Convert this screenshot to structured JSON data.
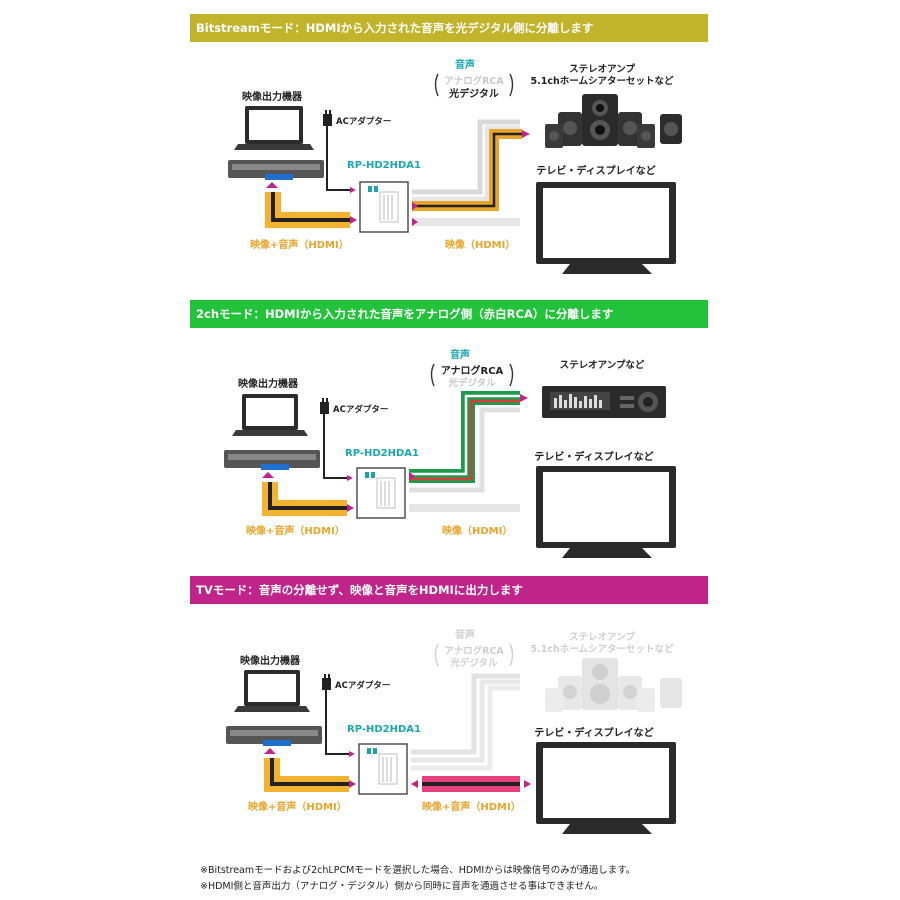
{
  "colors": {
    "gold_banner": "#c2b42a",
    "green_banner": "#22c23a",
    "magenta_banner": "#c0238a",
    "hdmi_orange": "#f3b22f",
    "optical_orange": "#e8a52b",
    "rca_green": "#1f9a4a",
    "hdmi_pink": "#e8417f",
    "cyan_label": "#18a7b5"
  },
  "sections": [
    {
      "banner": "Bitstreamモード：HDMIから入力された音声を光デジタル側に分離します",
      "source_label": "映像出力機器",
      "adapter_label": "ACアダプター",
      "device_label": "RP-HD2HDA1",
      "input_label": "映像+音声（HDMI）",
      "audio_title": "音声",
      "audio_opt1": "アナログRCA",
      "audio_opt2": "光デジタル",
      "amp_label_1": "ステレオアンプ",
      "amp_label_2": "5.1chホームシアターセットなど",
      "tv_label": "テレビ・ディスプレイなど",
      "output_label": "映像（HDMI）"
    },
    {
      "banner": "2chモード：HDMIから入力された音声をアナログ側（赤白RCA）に分離します",
      "source_label": "映像出力機器",
      "adapter_label": "ACアダプター",
      "device_label": "RP-HD2HDA1",
      "input_label": "映像+音声（HDMI）",
      "audio_title": "音声",
      "audio_opt1": "アナログRCA",
      "audio_opt2": "光デジタル",
      "amp_label_1": "ステレオアンプなど",
      "tv_label": "テレビ・ディスプレイなど",
      "output_label": "映像（HDMI）"
    },
    {
      "banner": "TVモード：音声の分離せず、映像と音声をHDMIに出力します",
      "source_label": "映像出力機器",
      "adapter_label": "ACアダプター",
      "device_label": "RP-HD2HDA1",
      "input_label": "映像+音声（HDMI）",
      "audio_title": "音声",
      "audio_opt1": "アナログRCA",
      "audio_opt2": "光デジタル",
      "amp_label_1": "ステレオアンプ",
      "amp_label_2": "5.1chホームシアターセットなど",
      "tv_label": "テレビ・ディスプレイなど",
      "output_label": "映像+音声（HDMI）"
    }
  ],
  "notes": [
    "※Bitstreamモードおよび2chLPCMモードを選択した場合、HDMIからは映像信号のみが通過します。",
    "※HDMI側と音声出力（アナログ・デジタル）側から同時に音声を通過させる事はできません。"
  ]
}
